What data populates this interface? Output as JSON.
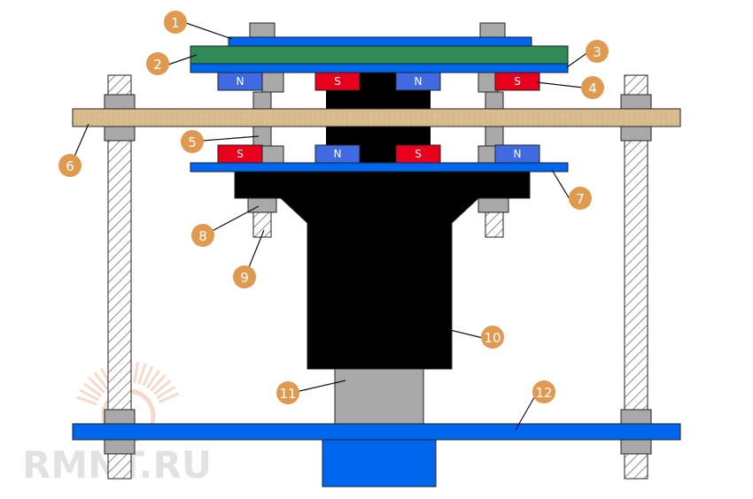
{
  "colors": {
    "plate_blue": "#0066ee",
    "mid_blue": "#0055dd",
    "green_plate": "#2e8b57",
    "wood": "#d8bc8e",
    "body_black": "#000000",
    "bolt_gray": "#a9a9a9",
    "magnet_n": "#4169e1",
    "magnet_s": "#e8001c",
    "callout_orange": "#e09a50",
    "outline": "#222222"
  },
  "magnets": {
    "top_row": [
      "N",
      "S",
      "N",
      "S"
    ],
    "bottom_row": [
      "S",
      "N",
      "S",
      "N"
    ]
  },
  "callouts": [
    "1",
    "2",
    "3",
    "4",
    "5",
    "6",
    "7",
    "8",
    "9",
    "10",
    "11",
    "12"
  ],
  "watermark": "RMNT.RU"
}
